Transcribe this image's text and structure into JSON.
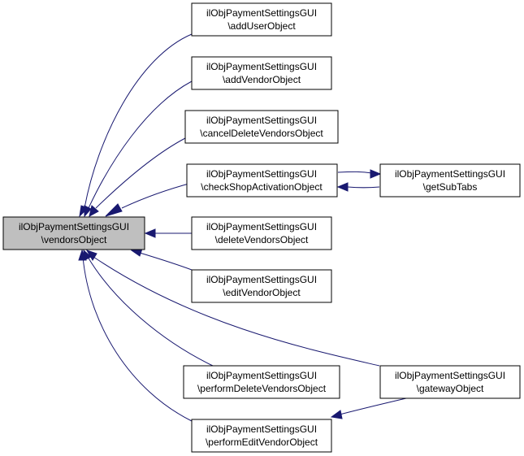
{
  "colors": {
    "edge": "#191970",
    "root_fill": "#bfbfbf",
    "node_fill": "#ffffff",
    "node_border": "#000000"
  },
  "nodes": {
    "vendors": {
      "line1": "ilObjPaymentSettingsGUI",
      "line2": "\\vendorsObject"
    },
    "addUser": {
      "line1": "ilObjPaymentSettingsGUI",
      "line2": "\\addUserObject"
    },
    "addVendor": {
      "line1": "ilObjPaymentSettingsGUI",
      "line2": "\\addVendorObject"
    },
    "cancelDelete": {
      "line1": "ilObjPaymentSettingsGUI",
      "line2": "\\cancelDeleteVendorsObject"
    },
    "checkShop": {
      "line1": "ilObjPaymentSettingsGUI",
      "line2": "\\checkShopActivationObject"
    },
    "getSubTabs": {
      "line1": "ilObjPaymentSettingsGUI",
      "line2": "\\getSubTabs"
    },
    "deleteVendors": {
      "line1": "ilObjPaymentSettingsGUI",
      "line2": "\\deleteVendorsObject"
    },
    "editVendor": {
      "line1": "ilObjPaymentSettingsGUI",
      "line2": "\\editVendorObject"
    },
    "performDelete": {
      "line1": "ilObjPaymentSettingsGUI",
      "line2": "\\performDeleteVendorsObject"
    },
    "gateway": {
      "line1": "ilObjPaymentSettingsGUI",
      "line2": "\\gatewayObject"
    },
    "performEdit": {
      "line1": "ilObjPaymentSettingsGUI",
      "line2": "\\performEditVendorObject"
    }
  }
}
